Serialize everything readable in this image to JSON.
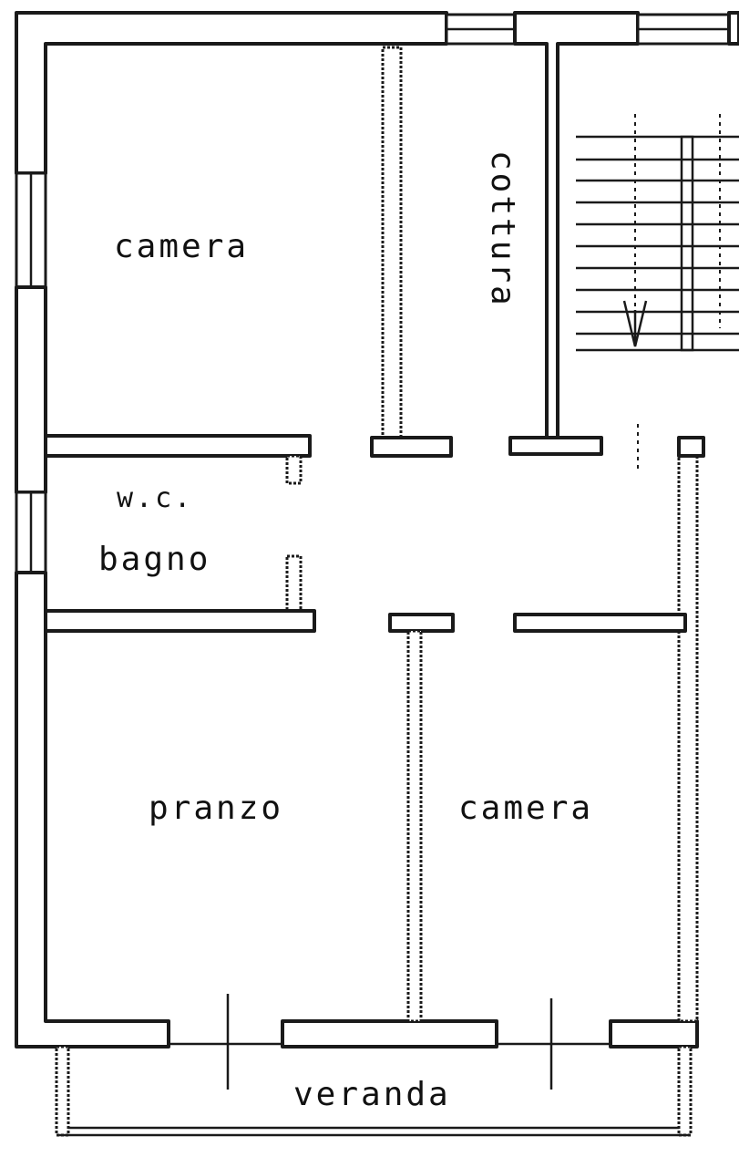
{
  "rooms": {
    "camera_top": "camera",
    "cottura": "cottura",
    "wc": "w.c.",
    "bagno": "bagno",
    "pranzo": "pranzo",
    "camera_bottom": "camera",
    "veranda": "veranda"
  },
  "colors": {
    "ink": "#1a1a1a",
    "paper": "#ffffff"
  }
}
